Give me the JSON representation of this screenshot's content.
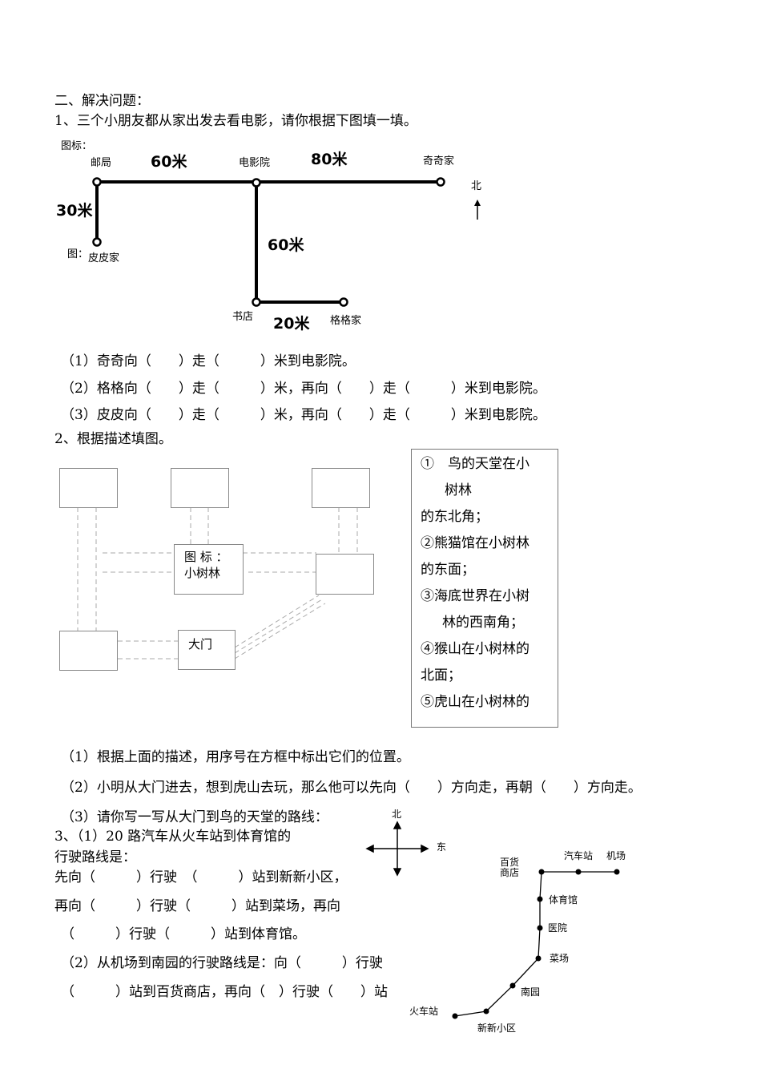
{
  "section_title": "二、解决问题：",
  "q1": {
    "title": "1、三个小朋友都从家出发去看电影，请你根据下图填一填。",
    "map": {
      "legend_label": "图标：",
      "places": {
        "post_office": "邮局",
        "cinema": "电影院",
        "qiqi_home": "奇奇家",
        "pipi_home": "皮皮家",
        "bookstore": "书店",
        "gege_home": "格格家"
      },
      "pipi_prefix": "图：",
      "distances": {
        "post_to_cinema": "60米",
        "cinema_to_qiqi": "80米",
        "post_to_pipi": "30米",
        "cinema_to_bookstore": "60米",
        "bookstore_to_gege": "20米"
      },
      "north_label": "北"
    },
    "lines": [
      "（1）奇奇向（　　）走（　　　）米到电影院。",
      "（2）格格向（　　）走（　　　）米，再向（　　）走（　　　）米到电影院。",
      "（3）皮皮向（　　）走（　　　）米，再向（　　）走（　　　）米到电影院。"
    ]
  },
  "q2": {
    "title": "2、根据描述填图。",
    "center_label_1": "图 标 ：",
    "center_label_2": "小树林",
    "gate_label": "大门",
    "description_lines": [
      "①　鸟的天堂在小",
      "树林",
      "的东北角；",
      "②熊猫馆在小树林",
      "的东面；",
      "③海底世界在小树",
      "林的西南角；",
      "④猴山在小树林的",
      "北面；",
      "⑤虎山在小树林的"
    ],
    "lines": [
      "（1）根据上面的描述，用序号在方框中标出它们的位置。",
      "（2）小明从大门进去，想到虎山去玩，那么他可以先向（　　）方向走，再朝（　　）方向走。",
      "（3）请你写一写从大门到鸟的天堂的路线："
    ]
  },
  "q3": {
    "title_line1": "3、（1）20 路汽车从火车站到体育馆的",
    "title_line2": "行驶路线是：",
    "lines": [
      "先向（　　　）行驶　（　　　）站到新新小区，",
      "再向（　　　）行驶（　　　）站到菜场，再向",
      "（　　　）行驶（　　　）站到体育馆。",
      "（2）从机场到南园的行驶路线是：向（　　　）行驶",
      "（　　　）站到百货商店，再向（　）行驶（　　）站"
    ],
    "compass": {
      "north": "北",
      "east": "东"
    },
    "stops": {
      "department_store_1": "百货",
      "department_store_2": "商店",
      "bus_station": "汽车站",
      "airport": "机场",
      "gym": "体育馆",
      "hospital": "医院",
      "market": "菜场",
      "nanyuan": "南园",
      "train_station": "火车站",
      "xinxin": "新新小区"
    }
  }
}
